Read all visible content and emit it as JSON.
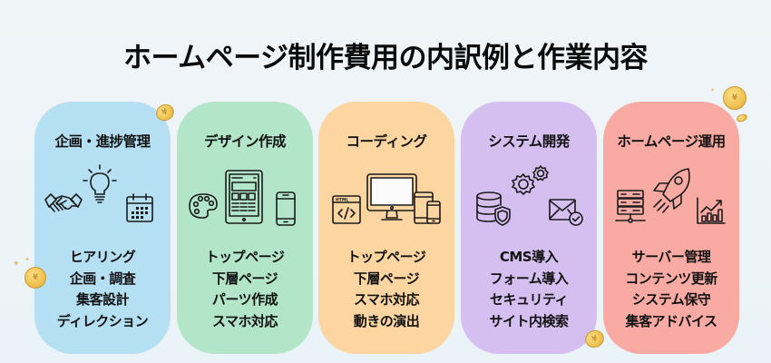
{
  "title": "ホームページ制作費用の内訳例と作業内容",
  "colors": {
    "background": "#eef4f7",
    "planning": "#b5dff2",
    "design": "#b3e6c9",
    "coding": "#fcd5a0",
    "system": "#d5bff0",
    "operation": "#f9aaa3",
    "coin": "#f0c24e"
  },
  "cards": [
    {
      "title": "企画・進捗管理",
      "icons": [
        "handshake-icon",
        "lightbulb-icon",
        "calendar-icon"
      ],
      "items": [
        "ヒアリング",
        "企画・調査",
        "集客設計",
        "ディレクション"
      ]
    },
    {
      "title": "デザイン作成",
      "icons": [
        "palette-icon",
        "tablet-wireframe-icon",
        "smartphone-icon"
      ],
      "items": [
        "トップページ",
        "下層ページ",
        "パーツ作成",
        "スマホ対応"
      ]
    },
    {
      "title": "コーディング",
      "icons": [
        "html-code-window-icon",
        "desktop-monitor-icon",
        "tablet-phone-icon"
      ],
      "items": [
        "トップページ",
        "下層ページ",
        "スマホ対応",
        "動きの演出"
      ]
    },
    {
      "title": "システム開発",
      "icons": [
        "gears-icon",
        "database-shield-icon",
        "mail-check-icon"
      ],
      "items": [
        "CMS導入",
        "フォーム導入",
        "セキュリティ",
        "サイト内検索"
      ]
    },
    {
      "title": "ホームページ運用",
      "icons": [
        "server-icon",
        "rocket-icon",
        "growth-chart-icon"
      ],
      "items": [
        "サーバー管理",
        "コンテンツ更新",
        "システム保守",
        "集客アドバイス"
      ]
    }
  ],
  "decorations": {
    "coin_symbol": "¥",
    "sparkle": "✦"
  }
}
